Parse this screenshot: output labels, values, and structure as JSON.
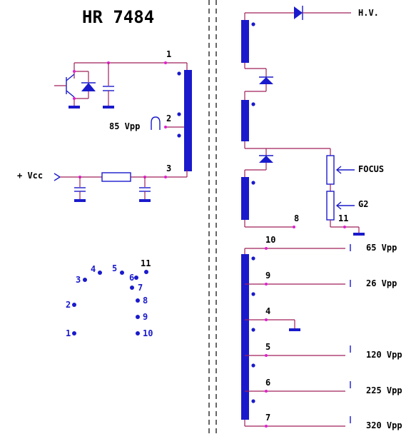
{
  "title": "HR 7484",
  "primary": {
    "pins": [
      "1",
      "2",
      "3"
    ],
    "pulse_label": "85 Vpp",
    "vcc_label": "+ Vcc"
  },
  "secondary": {
    "hv_label": "H.V.",
    "focus_label": "FOCUS",
    "g2_label": "G2",
    "pin8": "8",
    "pin11": "11"
  },
  "outputs": [
    {
      "pin": "10",
      "label": "65 Vpp",
      "shape": "pos"
    },
    {
      "pin": "9",
      "label": "26 Vpp",
      "shape": "pos"
    },
    {
      "pin": "4",
      "label": "",
      "shape": "ground"
    },
    {
      "pin": "5",
      "label": "120 Vpp",
      "shape": "neg"
    },
    {
      "pin": "6",
      "label": "225 Vpp",
      "shape": "neg"
    },
    {
      "pin": "7",
      "label": "320 Vpp",
      "shape": "neg"
    }
  ],
  "pinout": [
    "1",
    "2",
    "3",
    "4",
    "5",
    "6",
    "7",
    "8",
    "9",
    "10",
    "11"
  ],
  "colors": {
    "wire": "#a0205a",
    "component": "#1a1acc",
    "node": "#e01fd0"
  }
}
